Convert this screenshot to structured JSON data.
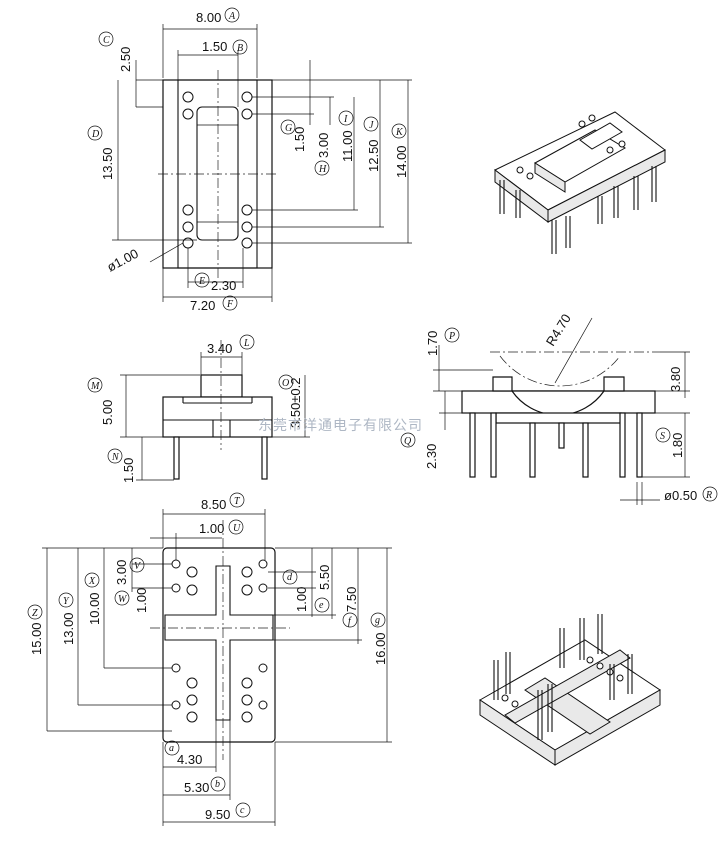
{
  "title": "",
  "watermark": "东莞市洋通电子有限公司",
  "dimensions": {
    "top_width": "8.00",
    "top_inner_width": "1.50",
    "top_offset": "2.50",
    "top_height": "13.50",
    "top_pitch_a": "1.50",
    "top_pitch_b": "3.00",
    "top_h11": "11.00",
    "top_h125": "12.50",
    "top_h14": "14.00",
    "top_hole_dia": "ø1.00",
    "top_w230": "2.30",
    "top_w720": "7.20",
    "side_w340": "3.40",
    "side_h500": "5.00",
    "side_h350": "3.50±0.2",
    "side_pin": "1.50",
    "front_h170": "1.70",
    "front_radius": "R4.70",
    "front_h380": "3.80",
    "front_h230": "2.30",
    "front_h180": "1.80",
    "front_pin_dia": "ø0.50",
    "bot_w850": "8.50",
    "bot_w100": "1.00",
    "bot_h300": "3.00",
    "bot_h100": "1.00",
    "bot_h1000": "10.00",
    "bot_h1300": "13.00",
    "bot_h1500": "15.00",
    "bot_r100": "1.00",
    "bot_r550": "5.50",
    "bot_r750": "7.50",
    "bot_r1600": "16.00",
    "bot_w430": "4.30",
    "bot_w530": "5.30",
    "bot_w950": "9.50"
  },
  "labels": {
    "A": "A",
    "B": "B",
    "C": "C",
    "D": "D",
    "E": "E",
    "F": "F",
    "G": "G",
    "H": "H",
    "I": "I",
    "J": "J",
    "K": "K",
    "L": "L",
    "M": "M",
    "N": "N",
    "O": "O",
    "P": "P",
    "Q": "Q",
    "R": "R",
    "S": "S",
    "T": "T",
    "U": "U",
    "V": "V",
    "W": "W",
    "X": "X",
    "Y": "Y",
    "Z": "Z",
    "a": "a",
    "b": "b",
    "c": "c",
    "d": "d",
    "e": "e",
    "f": "f",
    "g": "g"
  }
}
